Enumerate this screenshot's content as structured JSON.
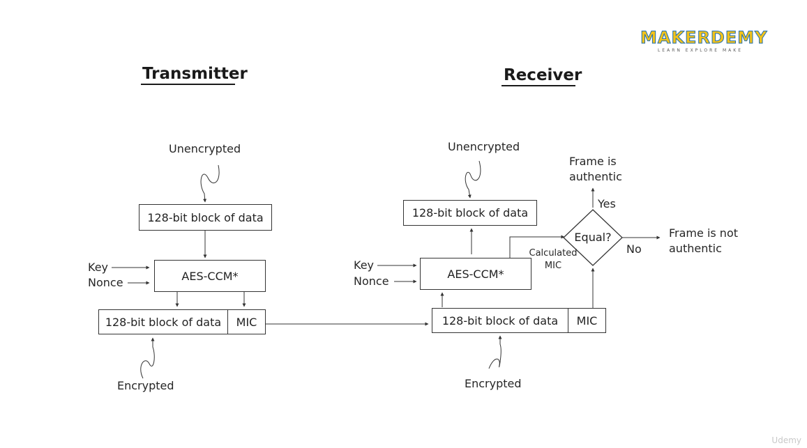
{
  "logo": {
    "word": "MAKERDEMY",
    "tagline": "LEARN EXPLORE MAKE",
    "colors": {
      "fill": "#f2c21a",
      "outline": "#1f6fb3"
    }
  },
  "watermark": "Udemy",
  "transmitter": {
    "heading": "Transmitter",
    "unencrypted": "Unencrypted",
    "plain_block": "128-bit block of data",
    "key": "Key",
    "nonce": "Nonce",
    "cipher": "AES-CCM*",
    "out_block": "128-bit block of data",
    "mic": "MIC",
    "encrypted": "Encrypted"
  },
  "receiver": {
    "heading": "Receiver",
    "unencrypted": "Unencrypted",
    "plain_block": "128-bit block of data",
    "key": "Key",
    "nonce": "Nonce",
    "cipher": "AES-CCM*",
    "in_block": "128-bit block of data",
    "mic": "MIC",
    "encrypted": "Encrypted",
    "calculated_mic": "Calculated MIC",
    "decision": "Equal?",
    "yes": "Yes",
    "no": "No",
    "authentic": "Frame is authentic",
    "not_authentic": "Frame is not authentic"
  }
}
